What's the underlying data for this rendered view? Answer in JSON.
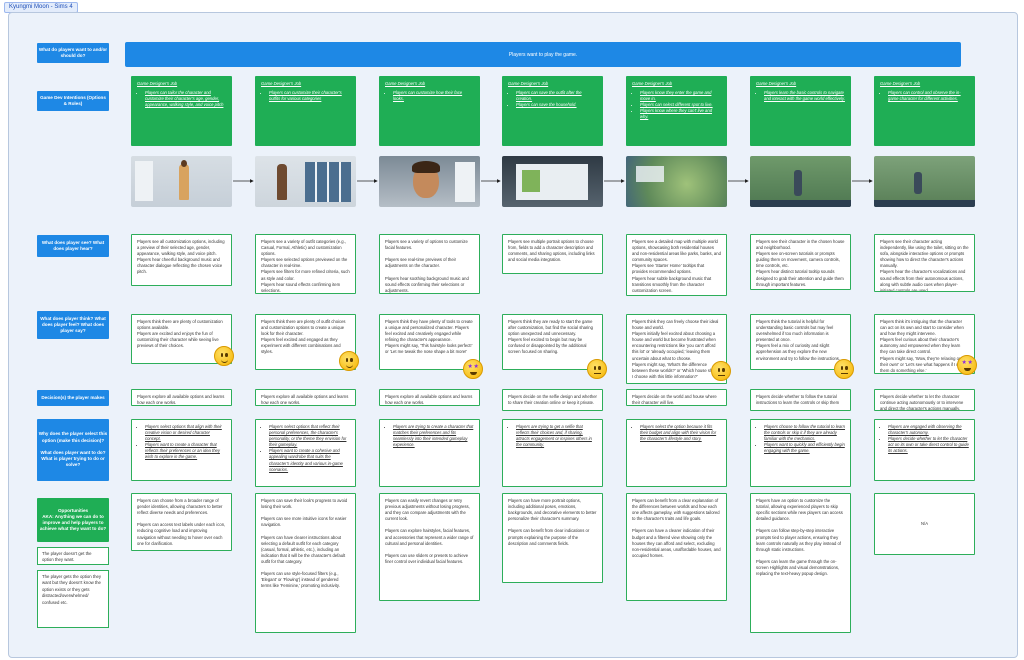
{
  "board_tag": "Kyungmi Moon - Sims 4",
  "labels": {
    "want": "What do players want to and/or should do?",
    "intentions": "Game Dev Intentions (Options & Roles)",
    "see_hear": "What does player see? What does player hear?",
    "think_feel": "What does player think? What does player feel? What does player say?",
    "decisions": "Decision(s) the player makes",
    "why": "Why does the player select this option (make this decision)?\n\nWhat does player want to do?\nWhat is player trying to do or solve?",
    "opportunities": "Opportunities\nAKA: Anything we can do to improve and help players to achieve what they want to do?"
  },
  "banner": "Players want to play the game.",
  "side_notes": [
    "The player doesn't get the option they want.",
    "The player gets the option they want but they doesn't know the option exists or they gets distracted/overwhelmed/ confused etc."
  ],
  "columns": [
    {
      "job_title": "Game Designer's Job",
      "job_items": [
        "Players can tailor the character and customize their character's age, gender, appearance, walking style, and voice pitch"
      ],
      "see": "Players see all customization options, including a preview of their selected age, gender, appearance, walking style, and voice pitch.\nPlayers hear cheerful background music and character dialogue reflecting the chosen voice pitch.",
      "think": "Players think there are plenty of customization options available.\nPlayers are excited and enjoys the fun of customizing their character while seeing live previews of their choices.",
      "emoji": "smile",
      "decision": "Players explore all available options and learns how each one works.",
      "why": [
        "Players select options that align with their creative vision or desired character concept.",
        "Players want to create a character that reflects their preferences or an idea they wish to explore in the game."
      ],
      "opportunity": "Players can choose from a broader range of gender identities, allowing characters to better reflect diverse needs and preferences.\n\nPlayers can access text labels under each icon, reducing cognitive load and improving navigation without needing to hover over each one for clarification."
    },
    {
      "job_title": "Game Designer's Job",
      "job_items": [
        "Players can customize their character's outfits for various categories"
      ],
      "see": "Players see a variety of outfit categories (e.g., Casual, Formal, Athletic) and customization options.\nPlayers see selected options previewed on the character in real-time.\nPlayers see filters for more refined criteria, such as style and color.\nPlayers hear sound effects confirming item selections.",
      "think": "Players think there are plenty of outfit choices and customization options to create a unique look for their character.\nPlayers feel excited and engaged as they experiment with different combinations and styles.",
      "emoji": "smile",
      "decision": "Players explore all available options and learns how each one works.",
      "why": [
        "Players select options that reflect their personal preferences, the character's personality, or the theme they envision for their gameplay.",
        "Players want to create a cohesive and appealing wardrobe that suits the character's identity and various in-game scenarios."
      ],
      "opportunity": "Players can save their look's progress to avoid losing their work.\n\nPlayers can see more intuitive icons for easier navigation.\n\nPlayers can have clearer instructions about selecting a default outfit for each category (casual, formal, athletic, etc.), including an indication that it will be the character's default outfit for that category.\n\nPlayers can use style-focused filters (e.g., 'Elegant' or 'Flowing') instead of gendered terms like 'Feminine,' promoting inclusivity."
    },
    {
      "job_title": "Game Designer's Job",
      "job_items": [
        "Players can customize how their face looks."
      ],
      "see": "Players see a variety of options to customize facial features.\n\nPlayers see real-time previews of their adjustments on the character.\n\nPlayers hear soothing background music and sound effects confirming their selections or adjustments.",
      "think": "Players think they have plenty of tools to create a unique and personalized character. Players feel excited and creatively engaged while refining the character's appearance.\nPlayers might say, 'This hairstyle looks perfect!' or 'Let me tweak the nose shape a bit more!'",
      "emoji": "star",
      "decision": "Players explore all available options and learns how each one works.",
      "why": [
        "Players are trying to create a character that matches their preferences and fits seamlessly into their intended gameplay experience."
      ],
      "opportunity": "Players can easily revert changes or retry previous adjustments without losing progress, and they can compare adjustments with the current look.\n\nPlayers can explore hairstyles, facial features, and accessories that represent a wider range of cultural and personal identities.\n\nPlayers can use sliders or presets to achieve finer control over individual facial features."
    },
    {
      "job_title": "Game Designer's Job",
      "job_items": [
        "Players can save the outfit after the creation.",
        "Players can save the household."
      ],
      "see": "Players see multiple portrait options to choose from, fields to add a character description and comments, and sharing options, including links and social media integration.",
      "think": "Players think they are ready to start the game after customization, but find the social sharing option unexpected and unnecessary.\nPlayers feel excited to begin but may be confused or disappointed by the additional screen focused on sharing.",
      "emoji": "neutral",
      "decision": "Players decide on the selfie design and whether to share their creation online or keep it private.",
      "why": [
        "Players are trying to get a selfie that reflects their choices and, if sharing, attracts engagement or inspires others in the community."
      ],
      "opportunity": "Players can have more portrait options, including additional poses, emotions, backgrounds, and decorative elements to better personalize their character's summary.\n\nPlayers can benefit from clear indications or prompts explaining the purpose of the description and comments fields."
    },
    {
      "job_title": "Game Designer's Job",
      "job_items": [
        "Players know they enter the game and move in.",
        "Players can select different spot to live.",
        "Players know where they can't live and why."
      ],
      "see": "Players see a detailed map with multiple world options, showcasing both residential houses and non-residential areas like parks, banks, and community spaces.\nPlayers see 'Starter Home' tooltips that provides recommended options.\nPlayers hear subtle background music that transitions smoothly from the character customization screen.",
      "think": "Players think they can freely choose their ideal house and world.\nPlayers initially feel excited about choosing a house and world but become frustrated when encountering restrictions like 'you can't afford this lot' or 'already occupied,' leaving them uncertain about what to choose.\nPlayers might say, 'What's the difference between these worlds?' or 'Which house should I choose with this little information?'",
      "emoji": "neutral",
      "decision": "Players decide on the world and house where their character will live.",
      "why": [
        "Players select the option because it fits their budget and align with their vision for the character's lifestyle and story."
      ],
      "opportunity": "Players can benefit from a clear explanation of the differences between worlds and how each one affects gameplay, with suggestions tailored to the character's traits and life goals.\n\nPlayers can have a clearer indication of their budget and a filtered view showing only the houses they can afford and select, excluding non-residential areas, unaffordable houses, and occupied homes."
    },
    {
      "job_title": "Game Designer's Job",
      "job_items": [
        "Players learn the basic controls to navigate and interact with the game world effectively."
      ],
      "see": "Players see their character in the chosen house and neighborhood.\nPlayers see on-screen tutorials or prompts guiding them on movement, camera controls, time controls, etc.\nPlayers hear distinct tutorial tooltip sounds designed to grab their attention and guide them through important features.",
      "think": "Players think the tutorial is helpful for understanding basic controls but may feel overwhelmed if too much information is presented at once.\nPlayers feel a mix of curiosity and slight apprehension as they explore the new environment and try to follow the instructions.",
      "emoji": "neutral",
      "decision": "Players decide whether to follow the tutorial instructions to learn the controls or skip them",
      "why": [
        "Players choose to follow the tutorial to learn the controls or skip it if they are already familiar with the mechanics.",
        "Players want to quickly and efficiently begin engaging with the game."
      ],
      "opportunity": "Players have an option to customize the tutorial, allowing experienced players to skip specific sections while new players can access detailed guidance.\n\nPlayers can follow step-by-step interactive prompts tied to player actions, ensuring they learn controls naturally as they play instead of through static instructions.\n\nPlayers can learn the game through the on-screen Highlights and visual demonstrations, replacing the text-heavy popup design."
    },
    {
      "job_title": "Game Designer's Job",
      "job_items": [
        "Players can control and observe the in-game character for different activities."
      ],
      "see": "Players see their character acting independently, like using the toilet, sitting on the sofa, alongside interactive options or prompts showing how to direct the character's actions manually.\nPlayers hear the character's vocalizations and sound effects from their autonomous actions, along with subtle audio cues when player-initiated controls are used.",
      "think": "Players think it's intriguing that the character can act on its own and start to consider when and how they might intervene.\nPlayers feel curious about their character's autonomy and empowered when they learn they can take direct control.\nPlayers might say, 'Wow, they're relaxing on their own!' or 'Let's see what happens if I make them do something else.'",
      "emoji": "star",
      "decision": "Players decide whether to let the character continue acting autonomously or to intervene and direct the character's actions manually.",
      "why": [
        "Players are engaged with observing the character's autonomy.",
        "Players decide whether to let the character act on its own or take direct control to guide its actions."
      ],
      "opportunity": "N/A"
    }
  ]
}
